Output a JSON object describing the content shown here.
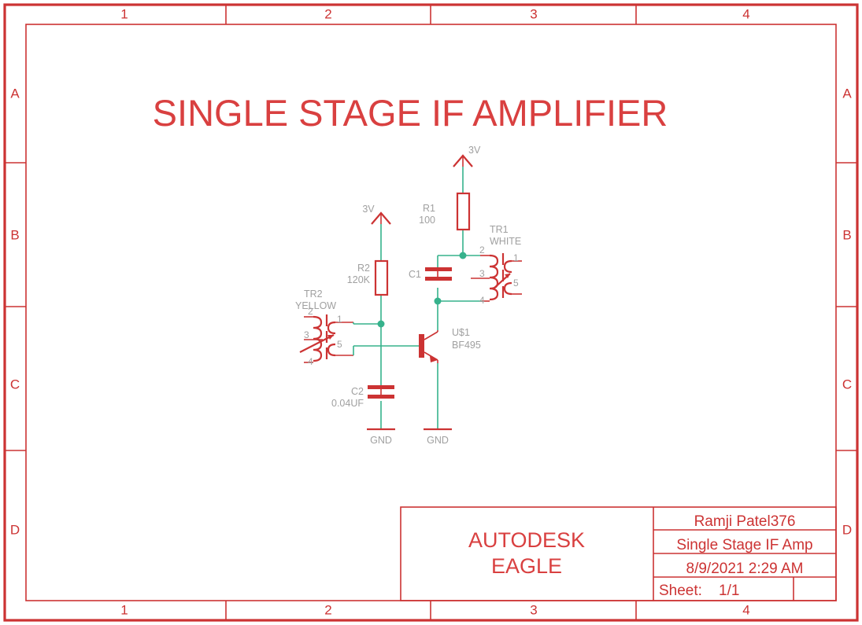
{
  "sheet": {
    "title": "SINGLE STAGE IF AMPLIFIER",
    "colors": {
      "frame": "#cc3333",
      "net": "#36b28c",
      "part": "#cc3333",
      "label": "#a0a0a0",
      "background": "#ffffff"
    },
    "zones": {
      "columns": [
        "1",
        "2",
        "3",
        "4"
      ],
      "rows": [
        "A",
        "B",
        "C",
        "D"
      ]
    }
  },
  "title_block": {
    "brand_line1": "AUTODESK",
    "brand_line2": "EAGLE",
    "author": "Ramji Patel376",
    "drawing_title": "Single Stage IF Amp",
    "timestamp": "8/9/2021 2:29 AM",
    "sheet_label": "Sheet:",
    "sheet_value": "1/1",
    "rev_value": ""
  },
  "chart_data": {
    "type": "diagram",
    "title": "SINGLE STAGE IF AMPLIFIER",
    "subtype": "electronic-schematic",
    "components": [
      {
        "ref": "R1",
        "type": "resistor",
        "value": "100",
        "orientation": "vertical"
      },
      {
        "ref": "R2",
        "type": "resistor",
        "value": "120K",
        "orientation": "vertical"
      },
      {
        "ref": "C1",
        "type": "capacitor",
        "value": "",
        "orientation": "vertical"
      },
      {
        "ref": "C2",
        "type": "capacitor",
        "value": "0.04UF",
        "orientation": "vertical"
      },
      {
        "ref": "TR1",
        "type": "if-transformer",
        "value": "WHITE",
        "pins": [
          "2",
          "3",
          "4",
          "1",
          "5"
        ]
      },
      {
        "ref": "TR2",
        "type": "if-transformer",
        "value": "YELLOW",
        "pins": [
          "2",
          "3",
          "4",
          "1",
          "5"
        ]
      },
      {
        "ref": "U$1",
        "type": "npn-transistor",
        "value": "BF495"
      }
    ],
    "supplies": [
      {
        "net": "3V",
        "count": 2
      },
      {
        "net": "GND",
        "count": 2
      }
    ],
    "nets": [
      "3V rail feeds R1 top and R2 top",
      "R1 bottom ties to TR1 pin 2 and C1 top",
      "TR1 pin 4 ties to C1 bottom and transistor collector",
      "R2 bottom ties to TR2 pin 1, transistor base and C2 top",
      "C2 bottom to GND",
      "transistor emitter to GND"
    ]
  },
  "labels": {
    "r1_name": "R1",
    "r1_value": "100",
    "r2_name": "R2",
    "r2_value": "120K",
    "c1_name": "C1",
    "c2_name": "C2",
    "c2_value": "0.04UF",
    "tr1_name": "TR1",
    "tr1_value": "WHITE",
    "tr2_name": "TR2",
    "tr2_value": "YELLOW",
    "q1_name": "U$1",
    "q1_value": "BF495",
    "supply_1": "3V",
    "supply_2": "3V",
    "gnd_1": "GND",
    "gnd_2": "GND",
    "tr1_p2": "2",
    "tr1_p3": "3",
    "tr1_p4": "4",
    "tr1_p1": "1",
    "tr1_p5": "5",
    "tr2_p2": "2",
    "tr2_p3": "3",
    "tr2_p4": "4",
    "tr2_p1": "1",
    "tr2_p5": "5"
  }
}
